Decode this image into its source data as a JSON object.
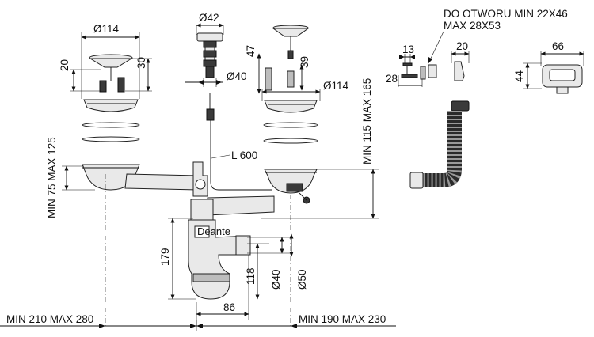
{
  "dimensions": {
    "d114_top": "Ø114",
    "d42": "Ø42",
    "d40": "Ø40",
    "d114_right": "Ø114",
    "h20_left": "20",
    "h30": "30",
    "h47": "47",
    "h39": "39",
    "l600": "L 600",
    "min75max125": "MIN 75 MAX 125",
    "min115max165": "MIN 115 MAX 165",
    "h179": "179",
    "h118": "118",
    "d40_bottom": "Ø40",
    "d50": "Ø50",
    "w86": "86",
    "min210max280": "MIN 210 MAX 280",
    "min190max230": "MIN 190 MAX 230",
    "hole_line1": "DO OTWORU MIN 22X46",
    "hole_line2": "MAX 28X53",
    "w13": "13",
    "h28": "28",
    "w20_right": "20",
    "w66": "66",
    "h44": "44"
  },
  "colors": {
    "line": "#111111",
    "part_fill": "#e9e9e9",
    "dark_fill": "#3a3a3a"
  }
}
